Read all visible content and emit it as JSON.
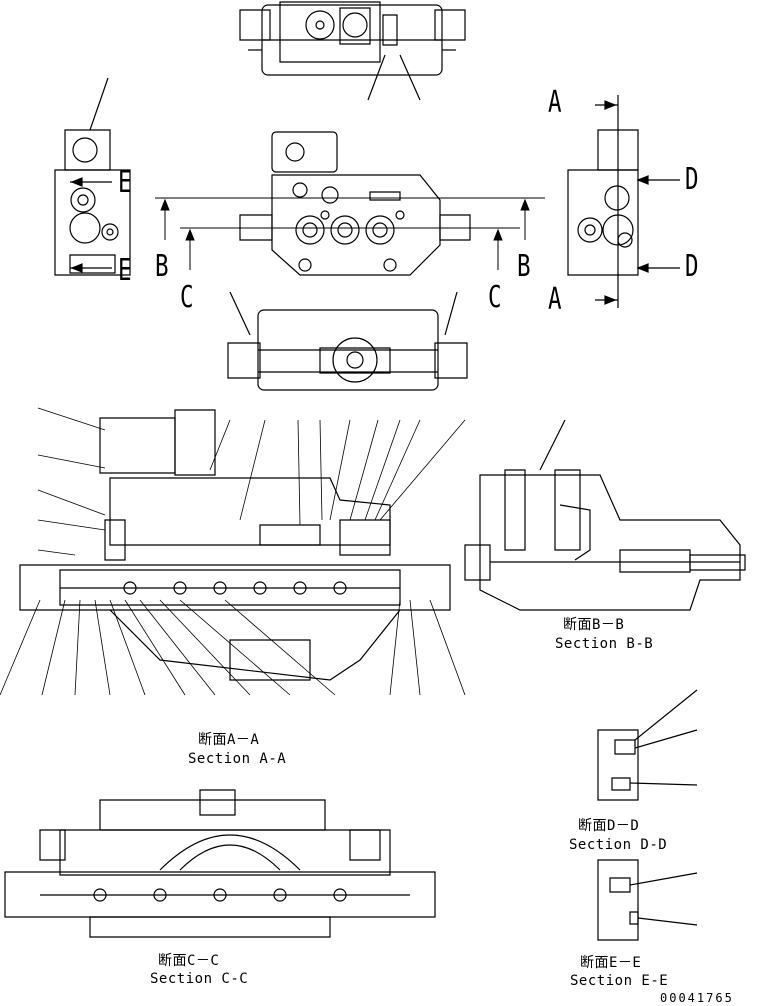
{
  "views": {
    "section_letters": {
      "a_top": "A",
      "a_bottom": "A",
      "b_left": "B",
      "b_right": "B",
      "c_left": "C",
      "c_right": "C",
      "d_top": "D",
      "d_bottom": "D",
      "e_top": "E",
      "e_bottom": "E"
    }
  },
  "captions": {
    "a_jp": "断面A－A",
    "a_en": "Section A-A",
    "b_jp": "断面B－B",
    "b_en": "Section B-B",
    "c_jp": "断面C－C",
    "c_en": "Section C-C",
    "d_jp": "断面D－D",
    "d_en": "Section D-D",
    "e_jp": "断面E－E",
    "e_en": "Section E-E"
  },
  "drawing_number": "00041765"
}
